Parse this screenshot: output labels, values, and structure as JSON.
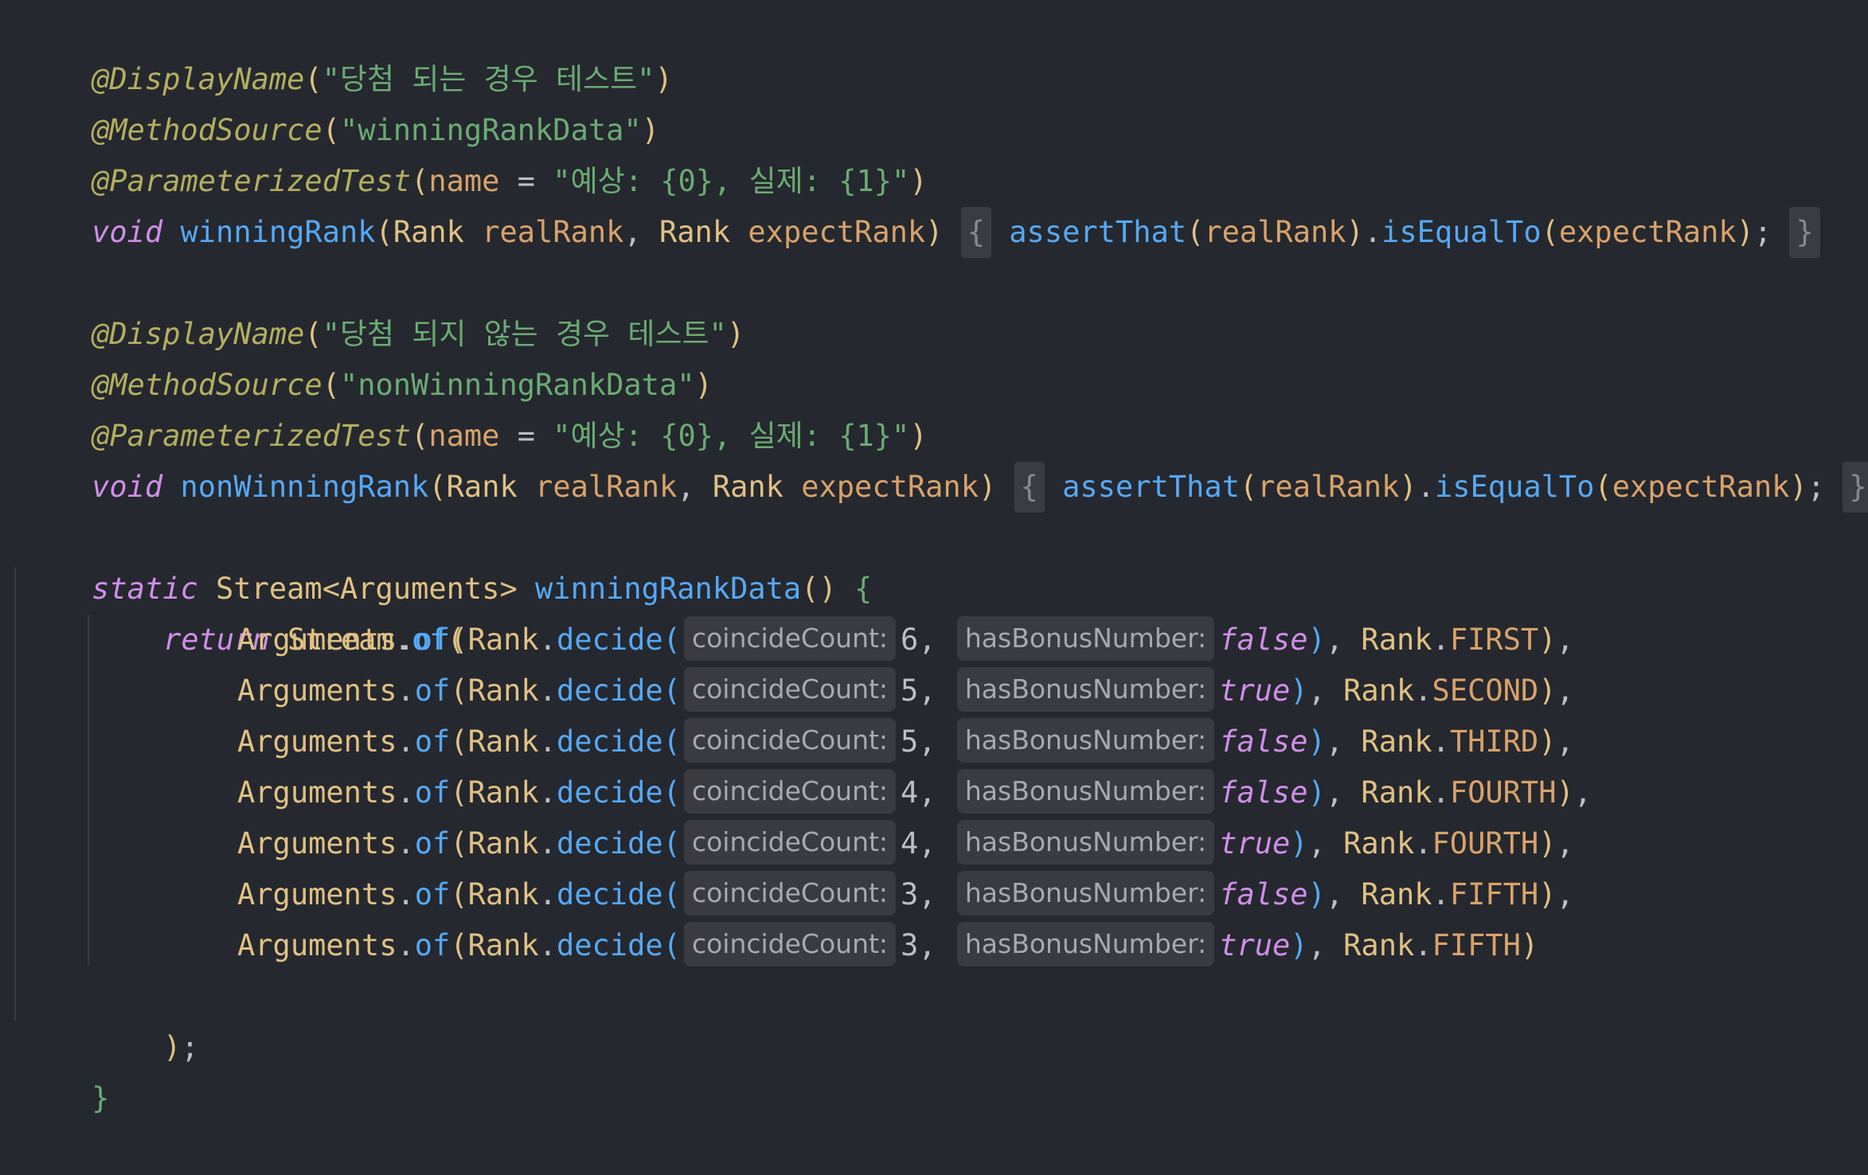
{
  "code": {
    "test1": {
      "display_annotation": "@DisplayName",
      "display_open": "(",
      "display_value": "\"당첨 되는 경우 테스트\"",
      "display_close": ")",
      "source_annotation": "@MethodSource",
      "source_open": "(",
      "source_value": "\"winningRankData\"",
      "source_close": ")",
      "param_annotation": "@ParameterizedTest",
      "param_open": "(",
      "param_key": "name",
      "param_eq": " = ",
      "param_value": "\"예상: {0}, 실제: {1}\"",
      "param_close": ")",
      "void_kw": "void",
      "method_name": "winningRank",
      "sig_open": "(",
      "type1": "Rank",
      "arg1": "realRank",
      "comma": ", ",
      "type2": "Rank",
      "arg2": "expectRank",
      "sig_close": ")",
      "fold_open": "{",
      "body_fn": "assertThat",
      "body_open1": "(",
      "body_arg1": "realRank",
      "body_close1": ")",
      "body_dot": ".",
      "body_fn2": "isEqualTo",
      "body_open2": "(",
      "body_arg2": "expectRank",
      "body_close2": ")",
      "body_semi": ";",
      "fold_close": "}"
    },
    "test2": {
      "display_annotation": "@DisplayName",
      "display_open": "(",
      "display_value": "\"당첨 되지 않는 경우 테스트\"",
      "display_close": ")",
      "source_annotation": "@MethodSource",
      "source_open": "(",
      "source_value": "\"nonWinningRankData\"",
      "source_close": ")",
      "param_annotation": "@ParameterizedTest",
      "param_open": "(",
      "param_key": "name",
      "param_eq": " = ",
      "param_value": "\"예상: {0}, 실제: {1}\"",
      "param_close": ")",
      "void_kw": "void",
      "method_name": "nonWinningRank",
      "sig_open": "(",
      "type1": "Rank",
      "arg1": "realRank",
      "comma": ", ",
      "type2": "Rank",
      "arg2": "expectRank",
      "sig_close": ")",
      "fold_open": "{",
      "body_fn": "assertThat",
      "body_open1": "(",
      "body_arg1": "realRank",
      "body_close1": ")",
      "body_dot": ".",
      "body_fn2": "isEqualTo",
      "body_open2": "(",
      "body_arg2": "expectRank",
      "body_close2": ")",
      "body_semi": ";",
      "fold_close": "}"
    },
    "data_method": {
      "static_kw": "static",
      "return_type": "Stream<Arguments>",
      "name": "winningRankData",
      "parens": "()",
      "open_brace": "{",
      "return_kw": "return",
      "stream": "Stream",
      "dot": ".",
      "of": "of",
      "open_paren": "(",
      "close_paren": ")",
      "semi": ";",
      "close_brace": "}"
    },
    "rows_common": {
      "arguments": "Arguments",
      "dot": ".",
      "of": "of",
      "open": "(",
      "rank": "Rank",
      "decide": "decide",
      "hint_count": "coincideCount:",
      "hint_bonus": "hasBonusNumber:",
      "comma": ",",
      "close": ")"
    },
    "rows": [
      {
        "count": "6",
        "bonus": "false",
        "rank": "FIRST",
        "trail": ","
      },
      {
        "count": "5",
        "bonus": "true",
        "rank": "SECOND",
        "trail": ","
      },
      {
        "count": "5",
        "bonus": "false",
        "rank": "THIRD",
        "trail": ","
      },
      {
        "count": "4",
        "bonus": "false",
        "rank": "FOURTH",
        "trail": ","
      },
      {
        "count": "4",
        "bonus": "true",
        "rank": "FOURTH",
        "trail": ","
      },
      {
        "count": "3",
        "bonus": "false",
        "rank": "FIFTH",
        "trail": ","
      },
      {
        "count": "3",
        "bonus": "true",
        "rank": "FIFTH",
        "trail": ""
      }
    ]
  }
}
